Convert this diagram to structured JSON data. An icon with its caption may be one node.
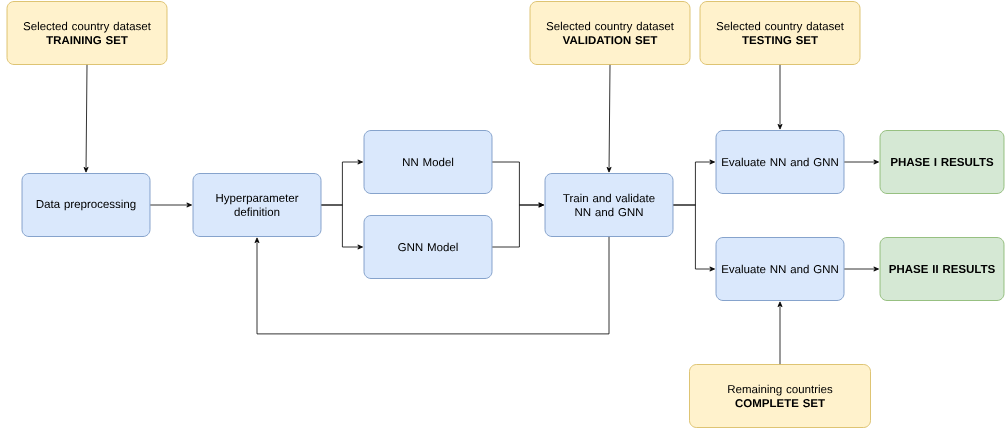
{
  "diagram": {
    "nodes": [
      {
        "text": [
          "Selected country dataset",
          "TRAINING SET"
        ]
      },
      {
        "text": [
          "Data preprocessing"
        ]
      },
      {
        "text": [
          "Hyperparameter definition"
        ]
      },
      {
        "text": [
          "NN Model"
        ]
      },
      {
        "text": [
          "GNN Model"
        ]
      },
      {
        "text": [
          "Selected country dataset",
          "VALIDATION SET"
        ]
      },
      {
        "text": [
          "Selected country dataset",
          "TESTING SET"
        ]
      },
      {
        "text": [
          "Train and validate NN and GNN"
        ]
      },
      {
        "text": [
          "Evaluate NN and GNN"
        ]
      },
      {
        "text": [
          "Evaluate NN and GNN"
        ]
      },
      {
        "text": [
          "PHASE I RESULTS"
        ]
      },
      {
        "text": [
          "PHASE II RESULTS"
        ]
      },
      {
        "text": [
          "Remaining countries",
          "COMPLETE SET"
        ]
      }
    ],
    "edges": [
      {
        "from": 0,
        "to": 1,
        "arrow": "to"
      },
      {
        "from": 1,
        "to": 2,
        "arrow": "to"
      },
      {
        "from": 2,
        "to": 3,
        "arrow": "to"
      },
      {
        "from": 2,
        "to": 4,
        "arrow": "to"
      },
      {
        "from": 3,
        "to": 7,
        "arrow": "to"
      },
      {
        "from": 4,
        "to": 7,
        "arrow": "to"
      },
      {
        "from": 5,
        "to": 7,
        "arrow": "to"
      },
      {
        "from": 7,
        "to": 2,
        "arrow": "to"
      },
      {
        "from": 6,
        "to": 8,
        "arrow": "to"
      },
      {
        "from": 7,
        "to": 8,
        "arrow": "to"
      },
      {
        "from": 7,
        "to": 9,
        "arrow": "to"
      },
      {
        "from": 8,
        "to": 10,
        "arrow": "to"
      },
      {
        "from": 9,
        "to": 11,
        "arrow": "to"
      },
      {
        "from": 12,
        "to": 9,
        "arrow": "to"
      }
    ]
  }
}
